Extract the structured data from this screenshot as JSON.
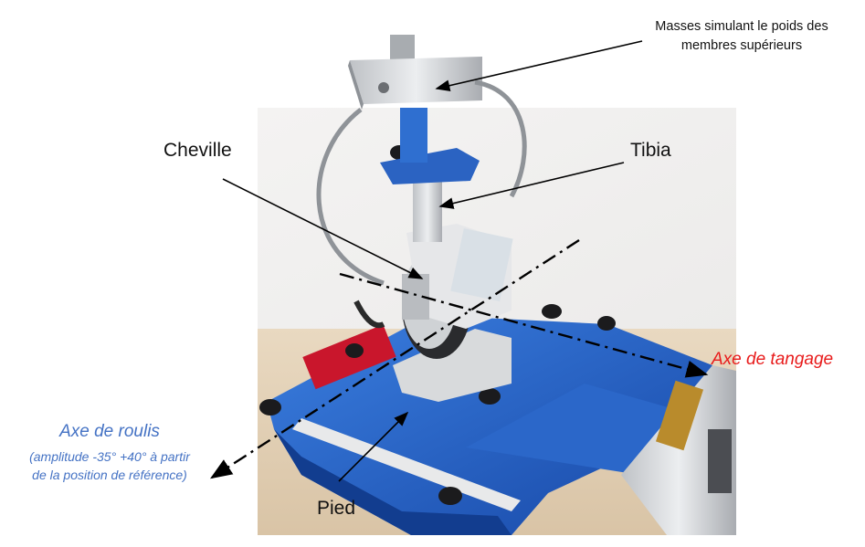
{
  "colors": {
    "roll_axis": "#4472C4",
    "pitch_axis": "#E81B1B",
    "device_blue": "#1E5FBF",
    "leader_line": "#000000"
  },
  "labels": {
    "masses_line1": "Masses simulant le poids des",
    "masses_line2": "membres supérieurs",
    "cheville": "Cheville",
    "tibia": "Tibia",
    "pied": "Pied",
    "axe_tangage": "Axe de tangage",
    "axe_roulis": "Axe de roulis",
    "roulis_note_line1": "(amplitude -35° +40° à partir",
    "roulis_note_line2": "de la position de référence)"
  }
}
